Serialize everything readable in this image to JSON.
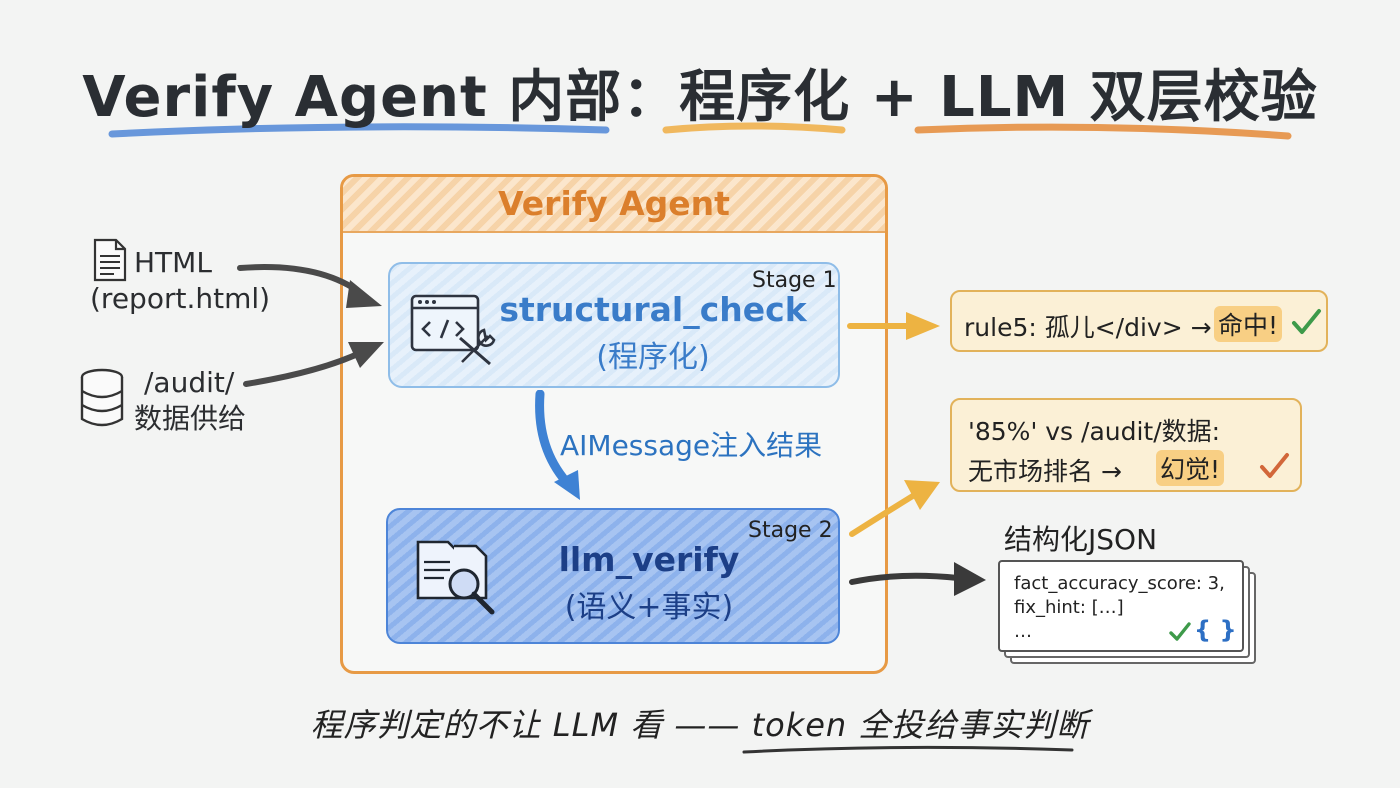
{
  "title": "Verify Agent 内部：程序化 + LLM 双层校验",
  "agent": {
    "title": "Verify Agent"
  },
  "inputs": {
    "html": {
      "line1": "HTML",
      "line2": "(report.html)"
    },
    "audit": {
      "line1": "/audit/",
      "line2": "数据供给"
    }
  },
  "stage1": {
    "tag": "Stage 1",
    "name": "structural_check",
    "sub": "(程序化)"
  },
  "flow_label": "AIMessage注入结果",
  "stage2": {
    "tag": "Stage 2",
    "name": "llm_verify",
    "sub": "(语义+事实)"
  },
  "outputs": {
    "rule5": {
      "prefix": "rule5: 孤儿</div> → ",
      "hit": "命中!"
    },
    "hallucination": {
      "line1": "'85%' vs /audit/数据:",
      "line2_prefix": "无市场排名 → ",
      "hit": "幻觉!"
    },
    "json": {
      "title": "结构化JSON",
      "lines": [
        "fact_accuracy_score: 3,",
        "fix_hint: […]",
        "…"
      ],
      "brace": "{ }"
    }
  },
  "footer": "程序判定的不让 LLM 看 —— token 全投给事实判断",
  "colors": {
    "orange": "#e79a45",
    "blue_light": "#8fbde8",
    "blue_dark": "#4d85d8",
    "check_green": "#3e9a4a",
    "check_orange": "#d2673a"
  }
}
